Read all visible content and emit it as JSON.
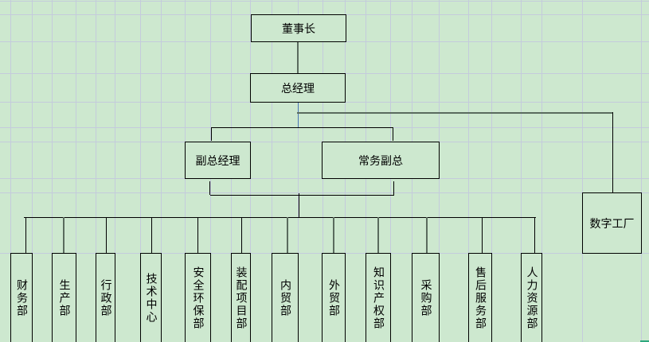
{
  "diagram": {
    "type": "org-chart",
    "colors": {
      "background": "#cde8cf",
      "gridline": "#c4cbdc",
      "border": "#000000",
      "connector_blue": "#4a74b4",
      "connector_gray": "#5a6b5e",
      "handle": "#2ea87e"
    },
    "chairman": {
      "label": "董事长"
    },
    "general_manager": {
      "label": "总经理"
    },
    "deputies": [
      {
        "label": "副总经理"
      },
      {
        "label": "常务副总"
      }
    ],
    "digital_factory": {
      "label": "数字工厂"
    },
    "departments": [
      {
        "label": "财务部"
      },
      {
        "label": "生产部"
      },
      {
        "label": "行政部"
      },
      {
        "label": "技术中心"
      },
      {
        "label": "安全环保部"
      },
      {
        "label": "装配项目部"
      },
      {
        "label": "内贸部"
      },
      {
        "label": "外贸部"
      },
      {
        "label": "知识产权部"
      },
      {
        "label": "采购部"
      },
      {
        "label": "售后服务部"
      },
      {
        "label": "人力资源部"
      }
    ]
  }
}
